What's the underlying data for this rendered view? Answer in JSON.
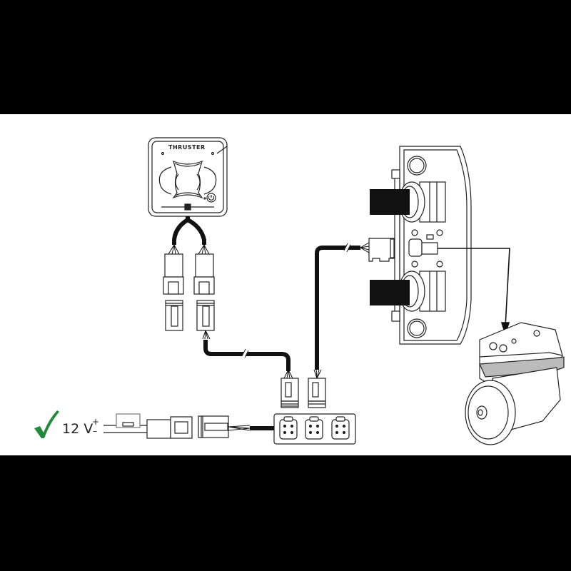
{
  "diagram": {
    "type": "wiring diagram",
    "title": "",
    "colors": {
      "background_band": "#000000",
      "canvas": "#ffffff",
      "line": "#111111",
      "check": "#1f8a3a"
    },
    "panel": {
      "brand_label": "THRUSTER",
      "power_icon": "power-icon"
    },
    "power_supply": {
      "check_icon": "checkmark-icon",
      "voltage_label": "12 V",
      "plus_label": "+",
      "minus_label": "–"
    },
    "junction_box": {
      "port_count": 3
    },
    "nodes": [
      "control-panel",
      "panel-cable-connectors",
      "junction-box",
      "power-supply-fuse",
      "motor-controller-housing",
      "thruster-motor"
    ],
    "edges": [
      {
        "from": "control-panel",
        "to": "junction-box"
      },
      {
        "from": "power-supply-fuse",
        "to": "junction-box"
      },
      {
        "from": "junction-box",
        "to": "motor-controller-housing"
      },
      {
        "from": "motor-controller-housing",
        "to": "thruster-motor"
      }
    ]
  }
}
